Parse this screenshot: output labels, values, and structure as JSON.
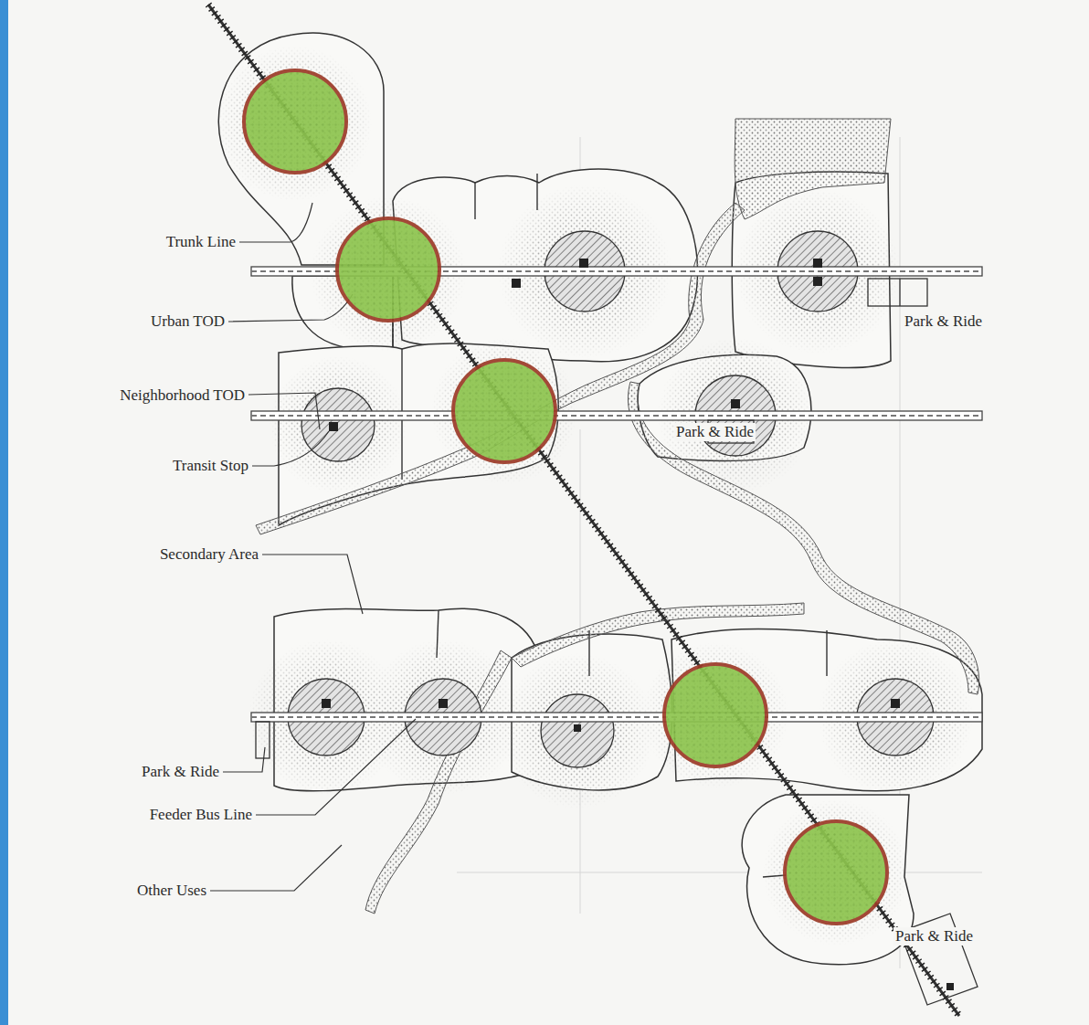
{
  "diagram": {
    "labels": [
      "Trunk Line",
      "Urban TOD",
      "Park & Ride",
      "Neighborhood TOD",
      "Transit Stop",
      "Park & Ride",
      "Secondary Area",
      "Park & Ride",
      "Feeder Bus Line",
      "Other Uses",
      "Park & Ride"
    ]
  }
}
